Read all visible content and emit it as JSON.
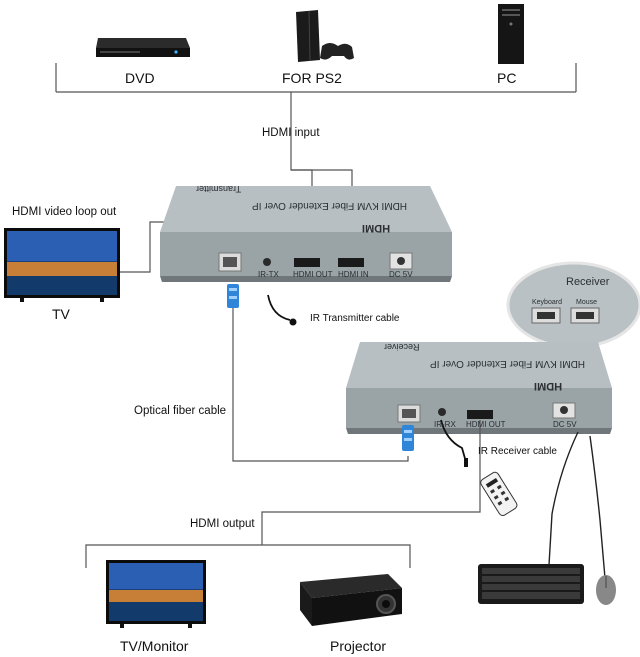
{
  "sources": {
    "dvd": "DVD",
    "ps2": "FOR PS2",
    "pc": "PC"
  },
  "labels": {
    "hdmi_input": "HDMI input",
    "hdmi_loop_out": "HDMI video loop out",
    "tv": "TV",
    "ir_transmitter_cable": "IR Transmitter cable",
    "optical_fiber_cable": "Optical fiber cable",
    "ir_receiver_cable": "IR Receiver cable",
    "hdmi_output": "HDMI output",
    "tv_monitor": "TV/Monitor",
    "projector": "Projector"
  },
  "transmitter": {
    "top_title": "HDMI KVM Fiber Extender Over IP",
    "top_sub": "Transmitter",
    "logo": "HDMI",
    "ports": [
      "IR-TX",
      "HDMI OUT",
      "HDMI IN",
      "DC 5V"
    ]
  },
  "receiver": {
    "top_title": "HDMI KVM Fiber Extender Over IP",
    "top_sub": "Receiver",
    "logo": "HDMI",
    "ports": [
      "IR-RX",
      "HDMI OUT",
      "DC 5V"
    ]
  },
  "receiver_detail": {
    "title": "Receiver",
    "ports": [
      "Keyboard",
      "Mouse"
    ]
  },
  "colors": {
    "device_gray": "#9aa3a6",
    "device_top": "#b4bcbf",
    "fiber_blue": "#2f86d8",
    "screen_blue": "#1e4f9e"
  }
}
